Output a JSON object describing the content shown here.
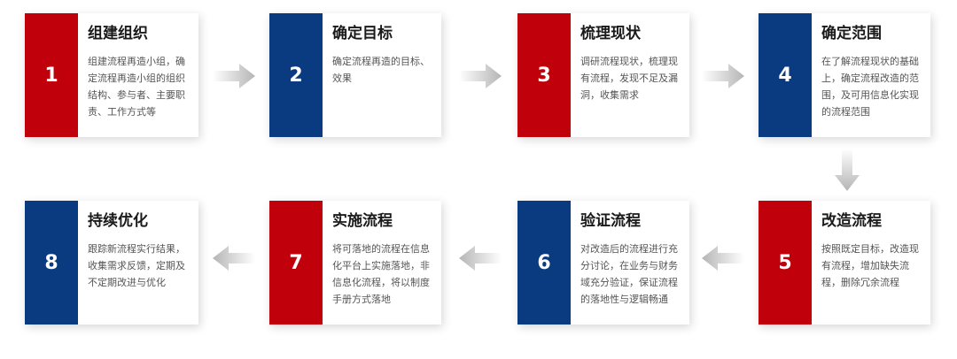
{
  "colors": {
    "red": "#c0000b",
    "blue": "#0a3b80",
    "arrow": "#b5b5b5"
  },
  "steps": [
    {
      "num": "1",
      "title": "组建组织",
      "desc": "组建流程再造小组，确定流程再造小组的组织结构、参与者、主要职责、工作方式等",
      "color": "red"
    },
    {
      "num": "2",
      "title": "确定目标",
      "desc": "确定流程再造的目标、效果",
      "color": "blue"
    },
    {
      "num": "3",
      "title": "梳理现状",
      "desc": "调研流程现状，梳理现有流程，发现不足及漏洞，收集需求",
      "color": "red"
    },
    {
      "num": "4",
      "title": "确定范围",
      "desc": "在了解流程现状的基础上，确定流程改造的范围，及可用信息化实现的流程范围",
      "color": "blue"
    },
    {
      "num": "5",
      "title": "改造流程",
      "desc": "按照既定目标，改造现有流程，增加缺失流程，删除冗余流程",
      "color": "red"
    },
    {
      "num": "6",
      "title": "验证流程",
      "desc": "对改造后的流程进行充分讨论，在业务与财务域充分验证，保证流程的落地性与逻辑畅通",
      "color": "blue"
    },
    {
      "num": "7",
      "title": "实施流程",
      "desc": "将可落地的流程在信息化平台上实施落地，非信息化流程，将以制度手册方式落地",
      "color": "red"
    },
    {
      "num": "8",
      "title": "持续优化",
      "desc": "跟踪新流程实行结果，收集需求反馈，定期及不定期改进与优化",
      "color": "blue"
    }
  ]
}
